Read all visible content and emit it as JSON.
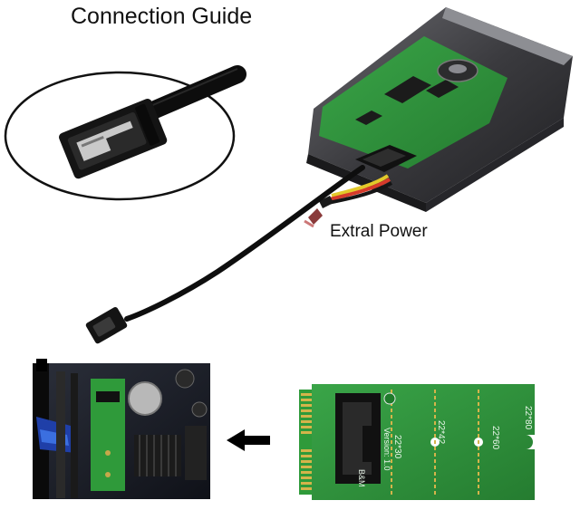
{
  "title": "Connection Guide",
  "extra_power_label": "Extral Power",
  "adapter_text": {
    "sizes": [
      "22*30",
      "22*42",
      "22*60",
      "22*80"
    ],
    "version": "Version: 1.0",
    "key": "B&M"
  },
  "colors": {
    "pcb_green": "#2f9a3a",
    "cable_black": "#111111",
    "hdd_metal": "#3a3a3c",
    "gold_contacts": "#d4b44a"
  },
  "icons": [
    "sata-connector-icon",
    "arrow-left-icon"
  ]
}
